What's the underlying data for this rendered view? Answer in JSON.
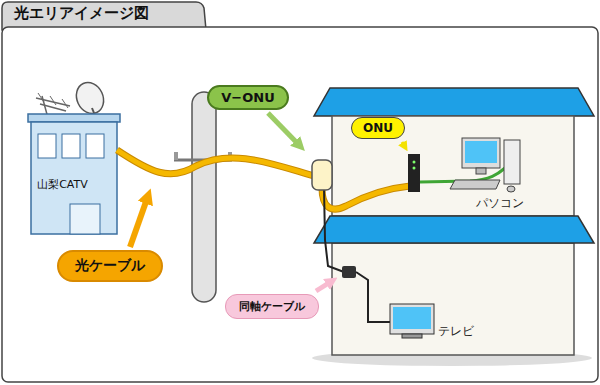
{
  "diagram": {
    "title": "光エリアイメージ図",
    "nodes": [
      {
        "text": [
          "V−ONU"
        ]
      },
      {
        "text": [
          "ONU"
        ]
      },
      {
        "text": [
          "山梨CATV"
        ]
      },
      {
        "text": [
          "光ケーブル"
        ]
      },
      {
        "text": [
          "同軸ケーブル"
        ]
      }
    ],
    "labels": [
      "パソコン",
      "テレビ"
    ]
  }
}
